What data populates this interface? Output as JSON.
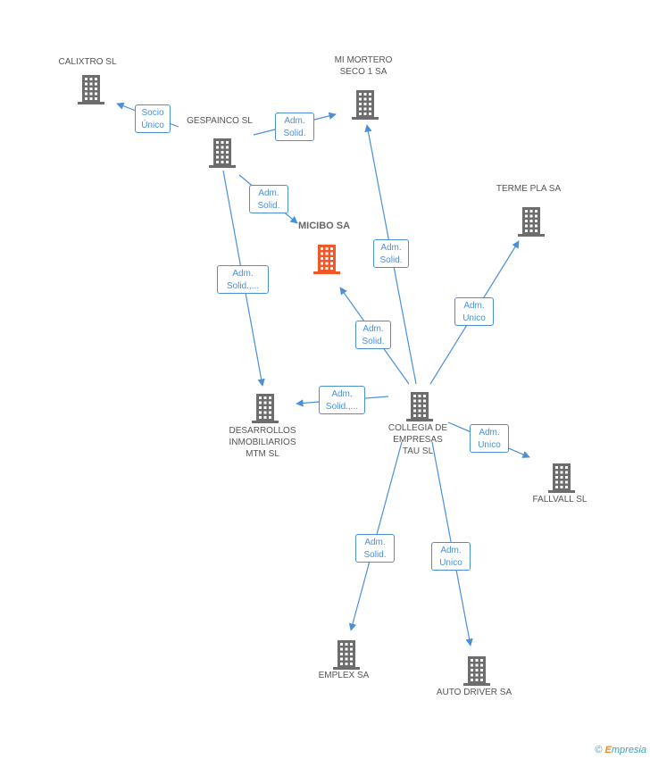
{
  "colors": {
    "company": "#6d6d6d",
    "focus": "#f0582a",
    "edge": "#4a90d9"
  },
  "nodes": [
    {
      "id": "calixtro",
      "label": "CALIXTRO SL"
    },
    {
      "id": "mimortero",
      "label": "MI MORTERO\nSECO 1 SA"
    },
    {
      "id": "gespainco",
      "label": "GESPAINCO SL"
    },
    {
      "id": "micibo",
      "label": "MICIBO SA",
      "focus": true
    },
    {
      "id": "termepla",
      "label": "TERME PLA SA"
    },
    {
      "id": "desarrollos",
      "label": "DESARROLLOS\nINMOBILIARIOS\nMTM SL"
    },
    {
      "id": "collegia",
      "label": "COLLEGIA DE\nEMPRESAS\nTAU SL"
    },
    {
      "id": "fallvall",
      "label": "FALLVALL SL"
    },
    {
      "id": "emplex",
      "label": "EMPLEX SA"
    },
    {
      "id": "autodriver",
      "label": "AUTO DRIVER SA"
    }
  ],
  "edges": [
    {
      "from": "gespainco",
      "to": "calixtro",
      "label": "Socio\nÚnico"
    },
    {
      "from": "gespainco",
      "to": "mimortero",
      "label": "Adm.\nSolid."
    },
    {
      "from": "gespainco",
      "to": "micibo",
      "label": "Adm.\nSolid."
    },
    {
      "from": "gespainco",
      "to": "desarrollos",
      "label": "Adm.\nSolid.,..."
    },
    {
      "from": "collegia",
      "to": "mimortero",
      "label": "Adm.\nSolid."
    },
    {
      "from": "collegia",
      "to": "termepla",
      "label": "Adm.\nUnico"
    },
    {
      "from": "collegia",
      "to": "micibo",
      "label": "Adm.\nSolid."
    },
    {
      "from": "collegia",
      "to": "desarrollos",
      "label": "Adm.\nSolid.,..."
    },
    {
      "from": "collegia",
      "to": "fallvall",
      "label": "Adm.\nUnico"
    },
    {
      "from": "collegia",
      "to": "emplex",
      "label": "Adm.\nSolid."
    },
    {
      "from": "collegia",
      "to": "autodriver",
      "label": "Adm.\nUnico"
    }
  ],
  "brand": {
    "copyright": "©",
    "name_initial": "E",
    "name_rest": "mpresia"
  }
}
